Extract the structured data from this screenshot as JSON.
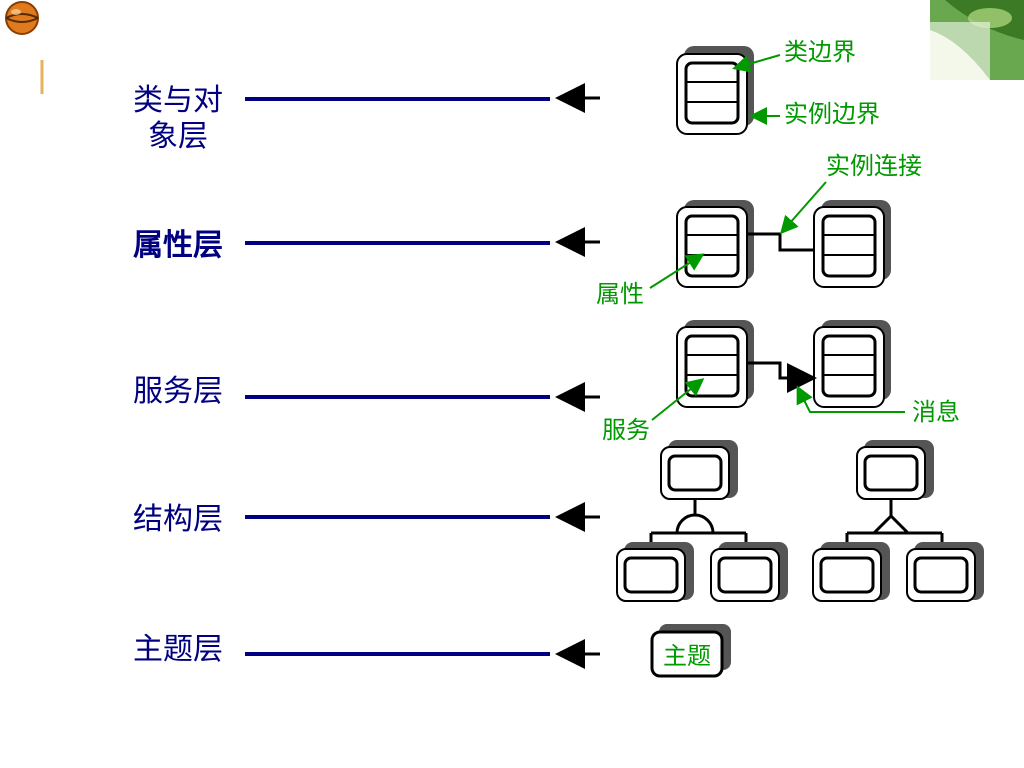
{
  "slide": {
    "colors": {
      "layer_label": "#000080",
      "layer_line": "#000080",
      "annotation": "#009900",
      "shadow": "#555555",
      "box_outline": "#000000",
      "leaf": "#4c8a2a"
    },
    "icons": [
      "basketball-icon",
      "leaf-photo-corner"
    ],
    "layers": [
      {
        "id": "class-object",
        "label_line1": "类与对",
        "label_line2": "象层"
      },
      {
        "id": "attribute",
        "label": "属性层"
      },
      {
        "id": "service",
        "label": "服务层"
      },
      {
        "id": "structure",
        "label": "结构层"
      },
      {
        "id": "subject",
        "label": "主题层"
      }
    ],
    "annotations": {
      "class_boundary": "类边界",
      "instance_boundary": "实例边界",
      "instance_connection": "实例连接",
      "attribute": "属性",
      "service": "服务",
      "message": "消息",
      "subject": "主题"
    }
  }
}
